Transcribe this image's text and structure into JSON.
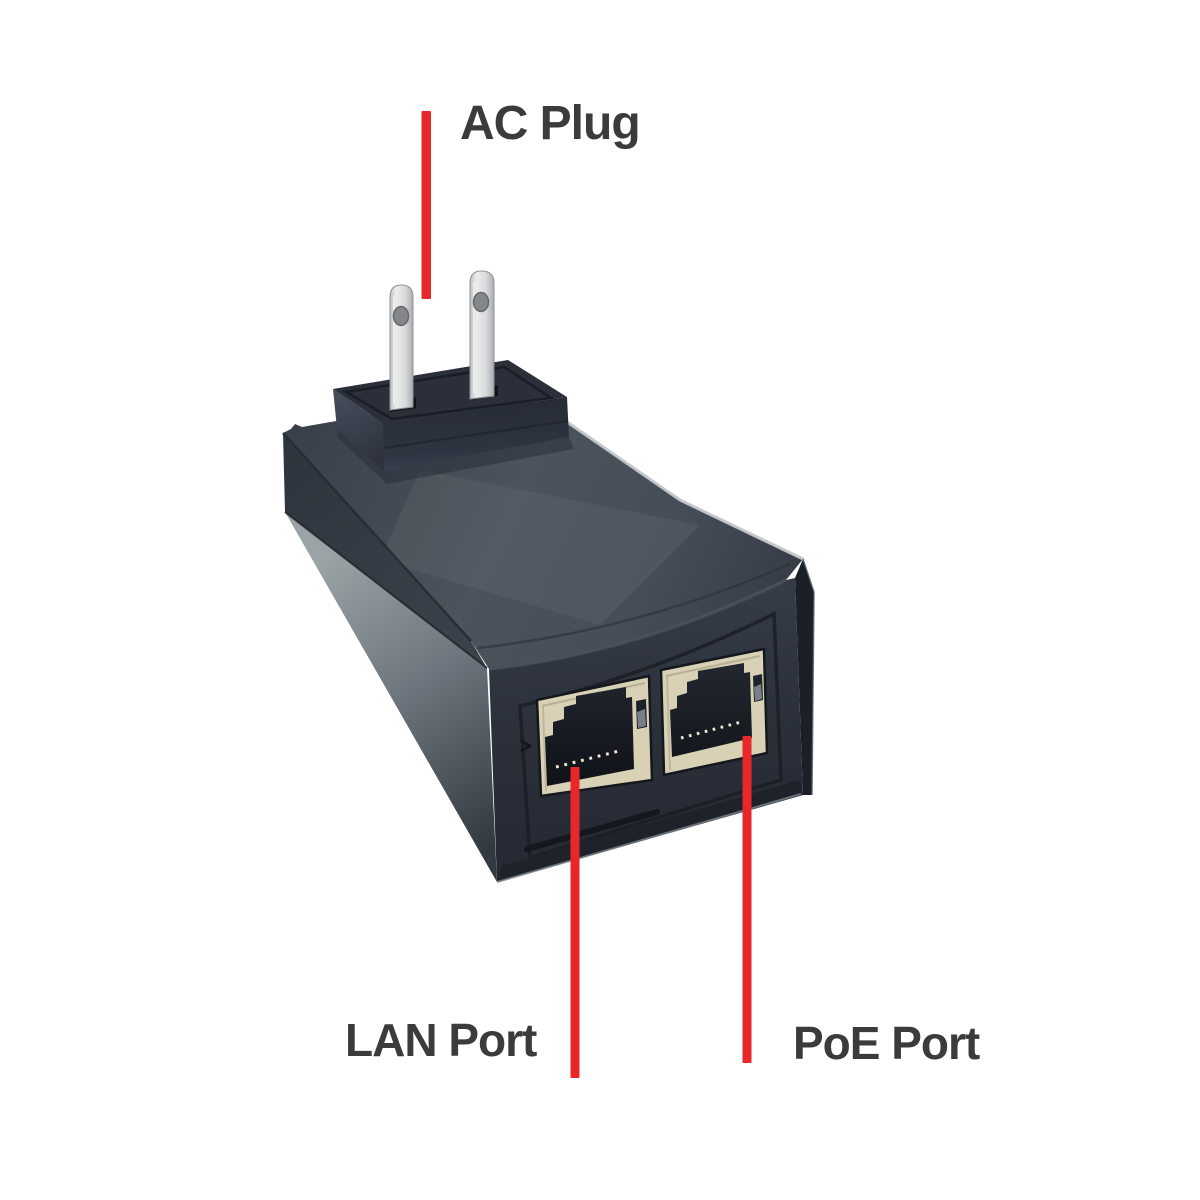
{
  "background_color": "#ffffff",
  "device": {
    "description": "Black wall-plug PoE injector power adapter shown in three-quarter view with two US AC prongs on top and two RJ45 jacks on the front face",
    "colors": {
      "body_top": "#4b535c",
      "body_front": "#2a2f39",
      "body_side_light": "#9aa3a5",
      "body_side_dark": "#343a42",
      "port_frame": "#d8d1b6",
      "port_cavity": "#14171c",
      "prong_metal": "#d7d9da",
      "edge_highlight": "#c3c8cd"
    },
    "ports": [
      {
        "name": "LAN"
      },
      {
        "name": "PoE"
      }
    ]
  },
  "annotations": {
    "line_color": "#e8272b",
    "label_color": "#3b3b3d",
    "items": [
      {
        "id": "ac-plug",
        "label": "AC Plug"
      },
      {
        "id": "lan-port",
        "label": "LAN Port"
      },
      {
        "id": "poe-port",
        "label": "PoE Port"
      }
    ]
  }
}
